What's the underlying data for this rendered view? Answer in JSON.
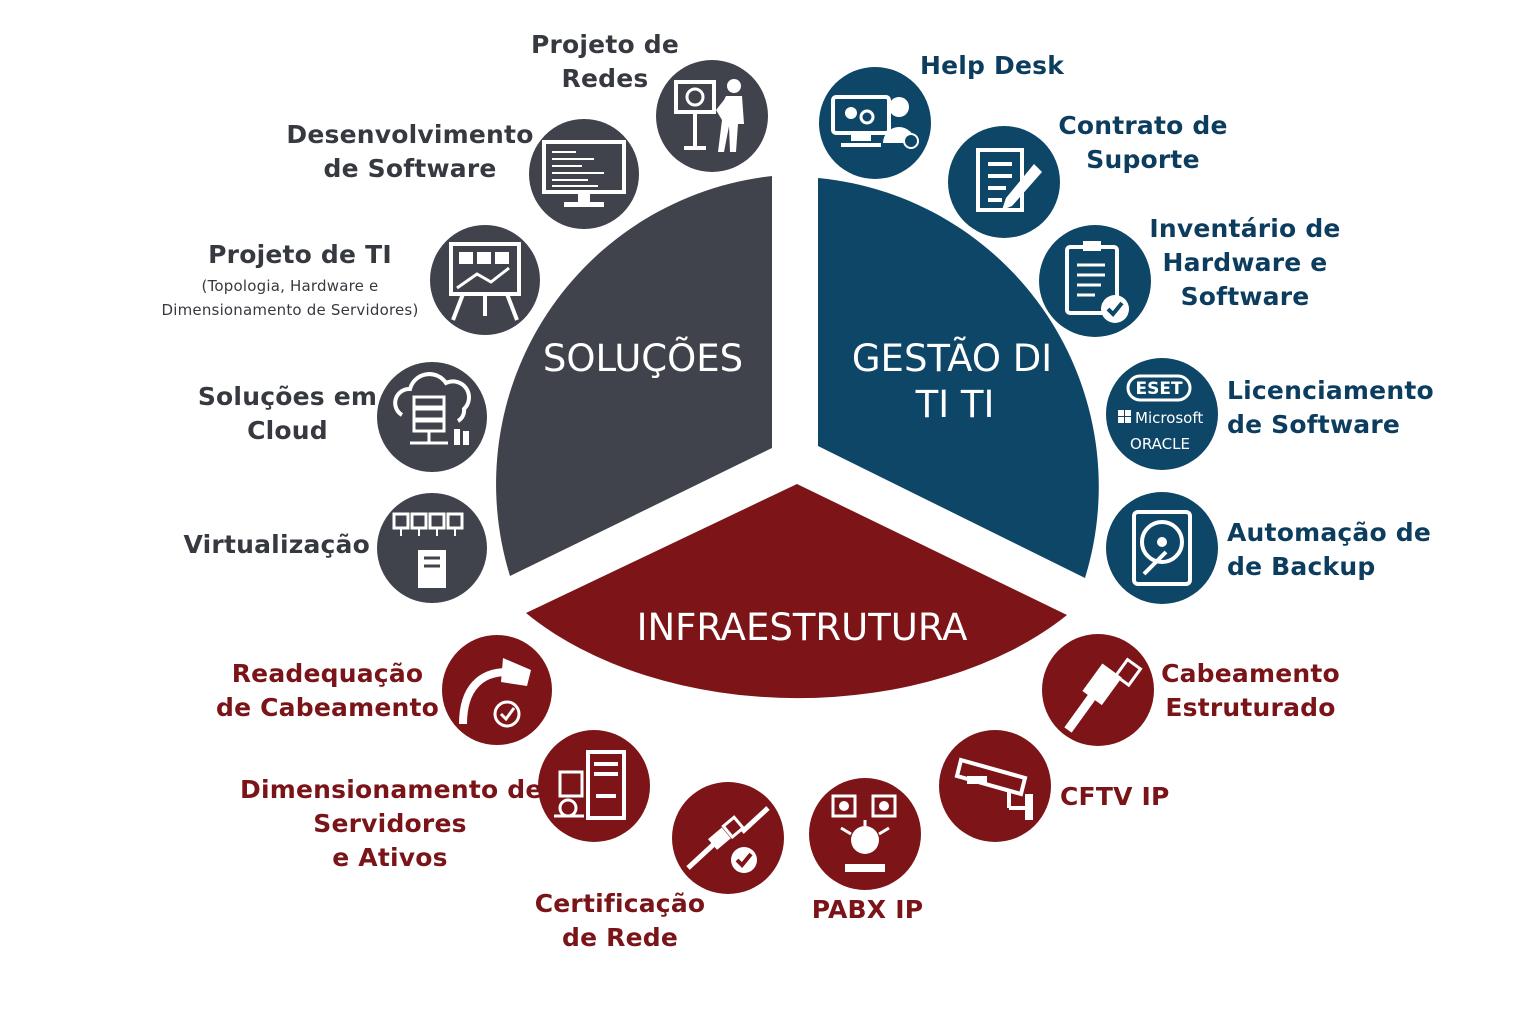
{
  "sectors": {
    "solucoes": {
      "title": "SOLUÇÕES",
      "color": "#40434b"
    },
    "gestao": {
      "title_lines": [
        "GESTÃO DI",
        "TI TI"
      ],
      "color": "#0e4668"
    },
    "infra": {
      "title": "INFRAESTRUTURA",
      "color": "#7d1518"
    }
  },
  "items": {
    "projeto_redes": {
      "lines": [
        "Projeto de",
        "Redes"
      ],
      "icon": "presenter-board-icon"
    },
    "desenvolvimento_software": {
      "lines": [
        "Desenvolvimento",
        "de Software"
      ],
      "icon": "code-monitor-icon"
    },
    "projeto_ti": {
      "lines": [
        "Projeto de TI"
      ],
      "note_lines": [
        "(Topologia, Hardware e",
        "Dimensionamento de Servidores)"
      ],
      "icon": "easel-chart-icon"
    },
    "solucoes_cloud": {
      "lines": [
        "Soluções em",
        "Cloud"
      ],
      "icon": "cloud-server-icon"
    },
    "virtualizacao": {
      "lines": [
        "Virtualização"
      ],
      "icon": "virtual-machines-icon"
    },
    "help_desk": {
      "lines": [
        "Help Desk"
      ],
      "icon": "support-agent-icon"
    },
    "contrato_suporte": {
      "lines": [
        "Contrato de",
        "Suporte"
      ],
      "icon": "contract-pen-icon"
    },
    "inventario": {
      "lines": [
        "Inventário de",
        "Hardware e",
        "Software"
      ],
      "icon": "clipboard-check-icon"
    },
    "licenciamento": {
      "lines": [
        "Licenciamento",
        "de Software"
      ],
      "icon": "vendor-logos-icon",
      "logos": [
        "ESET",
        "Microsoft",
        "ORACLE"
      ]
    },
    "automacao_backup": {
      "lines": [
        "Automação de",
        "de Backup"
      ],
      "icon": "hard-disk-icon"
    },
    "readequacao": {
      "lines": [
        "Readequação",
        "de Cabeamento"
      ],
      "icon": "cable-check-icon"
    },
    "dimensionamento": {
      "lines": [
        "Dimensionamento de",
        "Servidores",
        "e Ativos"
      ],
      "icon": "server-tower-icon"
    },
    "certificacao": {
      "lines": [
        "Certificação",
        "de Rede"
      ],
      "icon": "network-cable-check-icon"
    },
    "pabx": {
      "lines": [
        "PABX IP"
      ],
      "icon": "pabx-phone-icon"
    },
    "cftv": {
      "lines": [
        "CFTV IP"
      ],
      "icon": "security-camera-icon"
    },
    "cabeamento": {
      "lines": [
        "Cabeamento",
        "Estruturado"
      ],
      "icon": "ethernet-plug-icon"
    }
  }
}
